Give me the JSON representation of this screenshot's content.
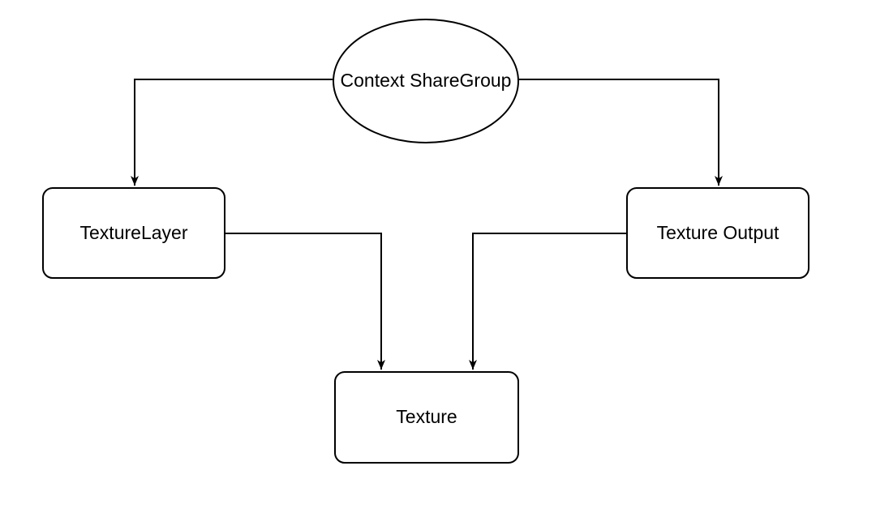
{
  "diagram": {
    "nodes": [
      {
        "id": "context-sharegroup",
        "label": "Context ShareGroup",
        "shape": "ellipse"
      },
      {
        "id": "texture-layer",
        "label": "TextureLayer",
        "shape": "rounded-rect"
      },
      {
        "id": "texture-output",
        "label": "Texture Output",
        "shape": "rounded-rect"
      },
      {
        "id": "texture",
        "label": "Texture",
        "shape": "rounded-rect"
      }
    ],
    "edges": [
      {
        "from": "context-sharegroup",
        "to": "texture-layer",
        "arrow": "filled-triangle"
      },
      {
        "from": "context-sharegroup",
        "to": "texture-output",
        "arrow": "filled-triangle"
      },
      {
        "from": "texture-layer",
        "to": "texture",
        "arrow": "filled-triangle"
      },
      {
        "from": "texture-output",
        "to": "texture",
        "arrow": "filled-triangle"
      }
    ],
    "colors": {
      "stroke": "#000000",
      "node_fill": "#ffffff",
      "background": "#ffffff"
    }
  }
}
